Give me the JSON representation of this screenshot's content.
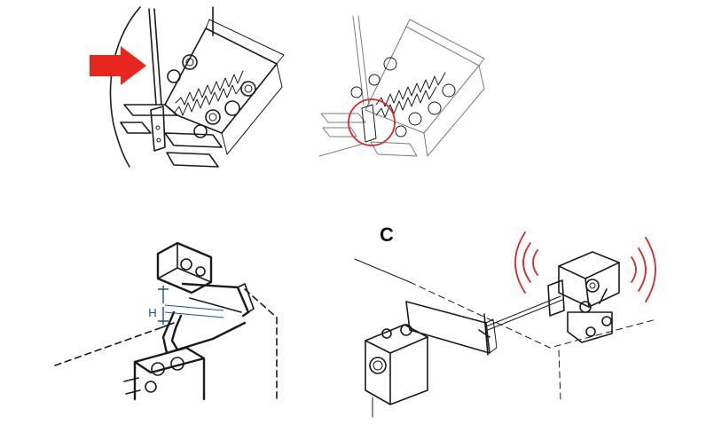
{
  "panels": {
    "bottom_right": {
      "label": "C"
    },
    "bottom_left": {
      "dimension_label": "H"
    }
  },
  "colors": {
    "ink": "#1a1a1a",
    "arrow": "#e8261f",
    "highlight_circle": "#d42a2a",
    "signal_waves": "#d42a2a",
    "dimension": "#1f4e8c"
  },
  "icons": {
    "top_left_marker": "right-arrow-icon",
    "top_right_marker": "highlight-circle",
    "bottom_right_marker": "vibration-waves"
  }
}
